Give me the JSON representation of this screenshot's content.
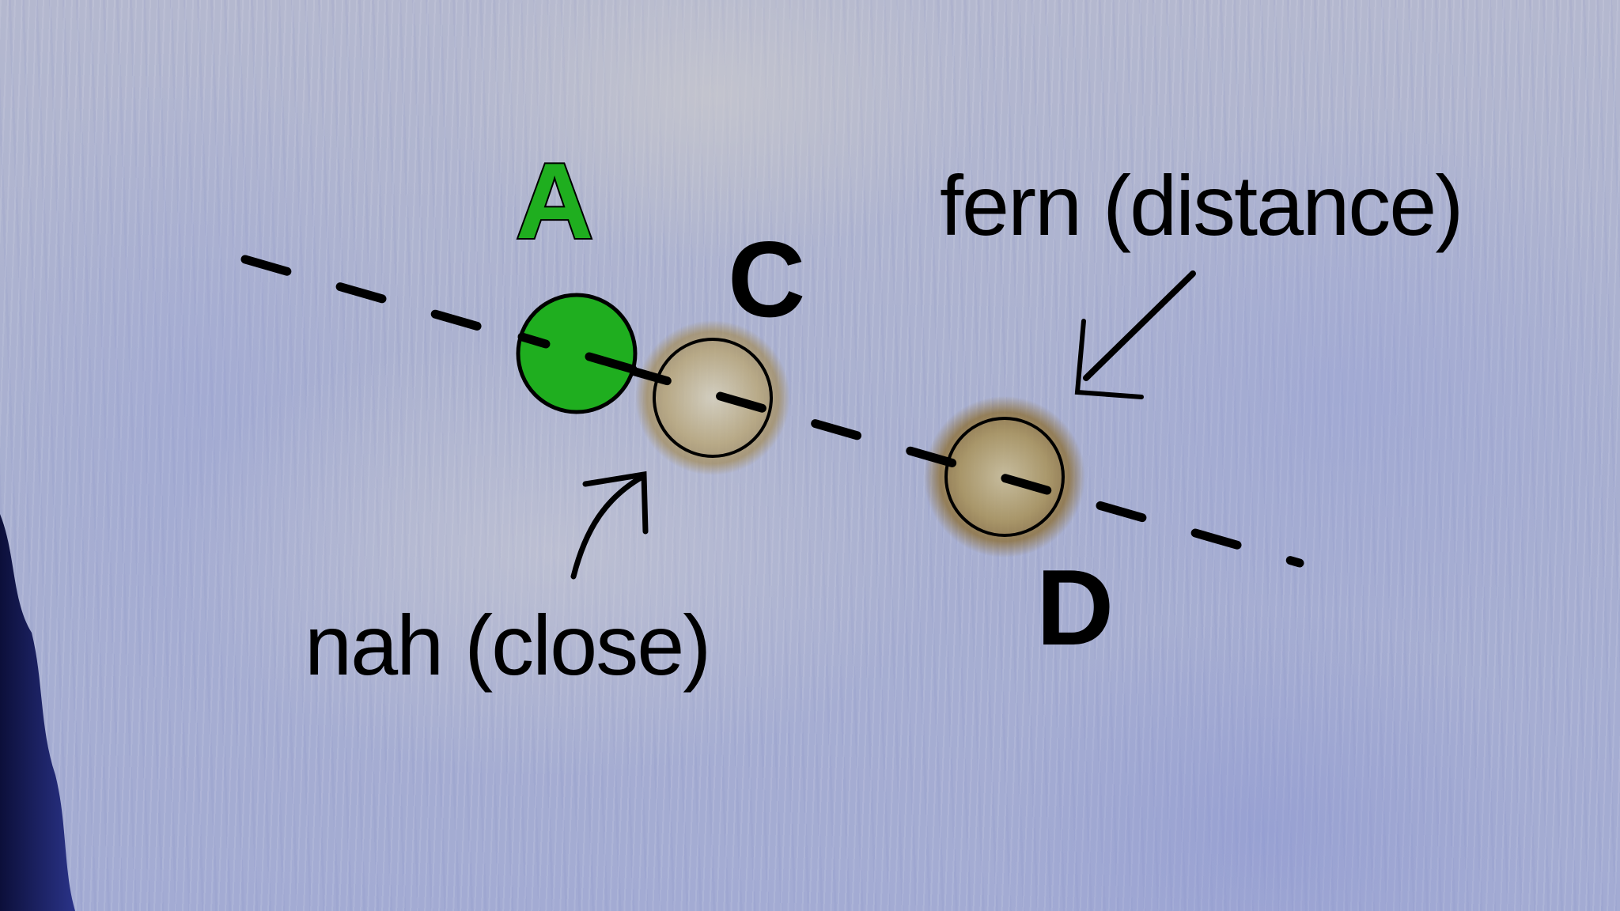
{
  "scene": {
    "description": "Microscope image of tissue with annotated points along a dashed line",
    "background_colors": {
      "tissue": "#b4b8cf",
      "stain_blue": "#8f9ad0",
      "dark_edge": "#1a1f5a"
    }
  },
  "labels": {
    "a": {
      "text": "A",
      "color": "#1fae1f",
      "outline": "#000000"
    },
    "c": {
      "text": "C",
      "color": "#000000"
    },
    "d": {
      "text": "D",
      "color": "#000000"
    },
    "far": {
      "text": "fern (distance)"
    },
    "near": {
      "text": "nah (close)"
    }
  },
  "markers": {
    "a": {
      "type": "filled-circle",
      "color": "#1fae1f"
    },
    "c": {
      "type": "outlined-circle",
      "fill": "#b8a77a"
    },
    "d": {
      "type": "outlined-circle",
      "fill": "#a8935e"
    }
  },
  "dashed_line": {
    "color": "#000000"
  }
}
